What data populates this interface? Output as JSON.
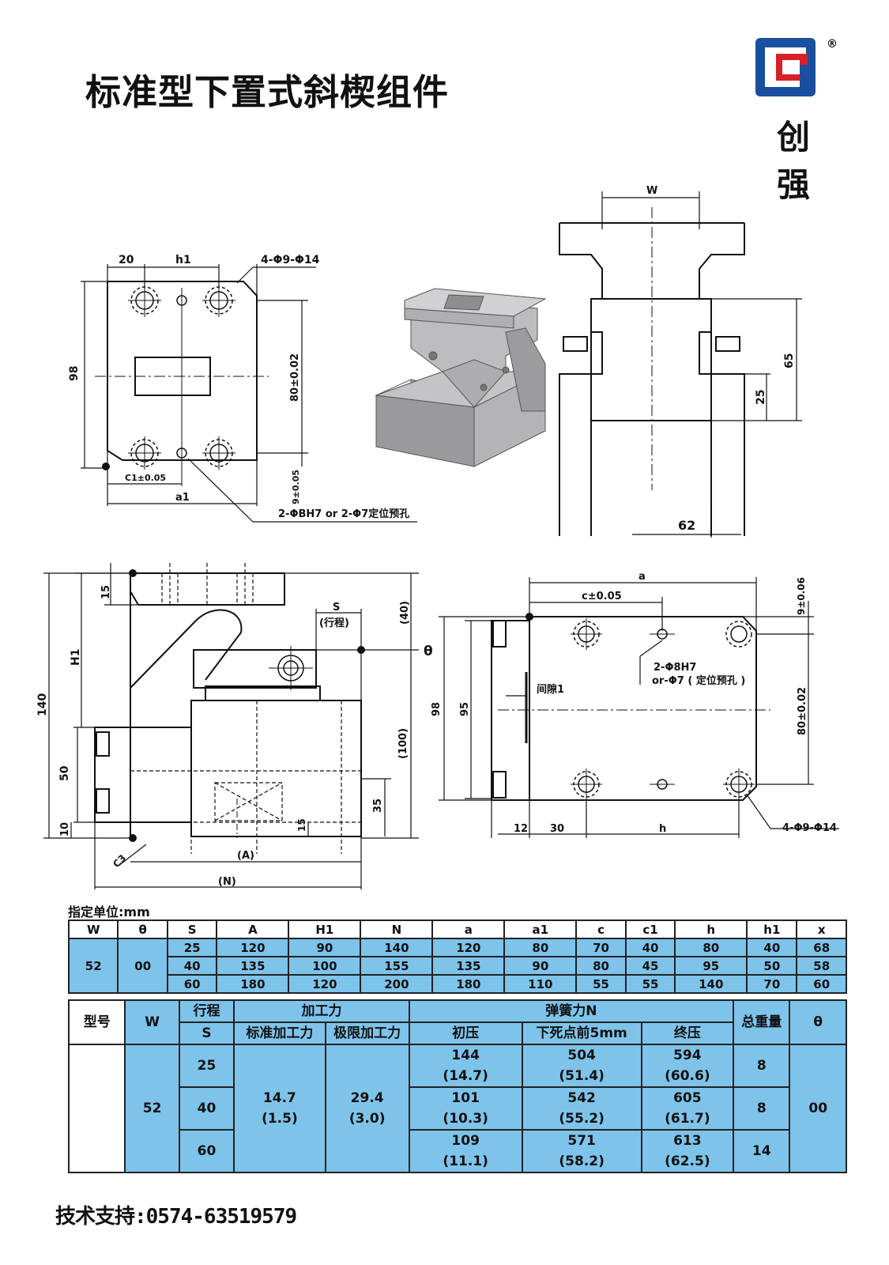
{
  "title": "标准型下置式斜楔组件",
  "brand": {
    "char1": "创",
    "char2": "强",
    "registered": "®"
  },
  "drawing_top_left": {
    "dim_20": "20",
    "dim_h1": "h1",
    "hole_callout": "4-Φ9-Φ14",
    "dim_98": "98",
    "dim_80": "80±0.02",
    "dim_c1": "C1±0.05",
    "dim_a1": "a1",
    "dim_9": "9±0.05",
    "pin_callout": "2-ΦBH7 or 2-Φ7定位预孔"
  },
  "drawing_top_right": {
    "dim_w": "W",
    "dim_65": "65",
    "dim_25": "25",
    "dim_62": "62"
  },
  "drawing_bottom_left": {
    "dim_15a": "15",
    "dim_h1": "H1",
    "dim_140": "140",
    "dim_50": "50",
    "dim_10": "10",
    "dim_s": "S",
    "dim_stroke": "(行程)",
    "dim_40": "(40)",
    "dim_theta": "θ",
    "dim_100": "(100)",
    "dim_35": "35",
    "dim_15b": "15",
    "dim_c3": "C3",
    "dim_a_paren": "(A)",
    "dim_n_paren": "(N)"
  },
  "drawing_bottom_right": {
    "dim_a": "a",
    "dim_c": "c±0.05",
    "dim_9": "9±0.06",
    "pin_callout_1": "2-Φ8H7",
    "pin_callout_2": "or-Φ7 ( 定位预孔 )",
    "gap": "间隙1",
    "dim_98": "98",
    "dim_95": "95",
    "dim_80": "80±0.02",
    "dim_12": "12",
    "dim_30": "30",
    "dim_h": "h",
    "hole_callout": "4-Φ9-Φ14"
  },
  "unit_label": "指定单位:mm",
  "table1": {
    "headers": [
      "W",
      "θ",
      "S",
      "A",
      "H1",
      "N",
      "a",
      "a1",
      "c",
      "c1",
      "h",
      "h1",
      "x"
    ],
    "w": "52",
    "theta": "00",
    "rows": [
      [
        "25",
        "120",
        "90",
        "140",
        "120",
        "80",
        "70",
        "40",
        "80",
        "40",
        "68"
      ],
      [
        "40",
        "135",
        "100",
        "155",
        "135",
        "90",
        "80",
        "45",
        "95",
        "50",
        "58"
      ],
      [
        "60",
        "180",
        "120",
        "200",
        "180",
        "110",
        "55",
        "55",
        "140",
        "70",
        "60"
      ]
    ]
  },
  "table2": {
    "h_model": "型号",
    "h_w": "W",
    "h_stroke": "行程",
    "h_s": "S",
    "h_force": "加工力",
    "h_std": "标准加工力",
    "h_lim": "极限加工力",
    "h_spring": "弹簧力N",
    "h_init": "初压",
    "h_before": "下死点前5mm",
    "h_final": "终压",
    "h_weight": "总重量",
    "h_theta": "θ",
    "w": "52",
    "std1": "14.7",
    "std2": "(1.5)",
    "lim1": "29.4",
    "lim2": "(3.0)",
    "theta": "00",
    "rows": [
      {
        "s": "25",
        "init1": "144",
        "init2": "(14.7)",
        "bef1": "504",
        "bef2": "(51.4)",
        "fin1": "594",
        "fin2": "(60.6)",
        "weight": "8"
      },
      {
        "s": "40",
        "init1": "101",
        "init2": "(10.3)",
        "bef1": "542",
        "bef2": "(55.2)",
        "fin1": "605",
        "fin2": "(61.7)",
        "weight": "8"
      },
      {
        "s": "60",
        "init1": "109",
        "init2": "(11.1)",
        "bef1": "571",
        "bef2": "(58.2)",
        "fin1": "613",
        "fin2": "(62.5)",
        "weight": "14"
      }
    ]
  },
  "support": "技术支持:0574-63519579",
  "colors": {
    "table_blue": "#7ec3ea",
    "logo_blue": "#1a4fa0",
    "logo_red": "#d8202a"
  }
}
